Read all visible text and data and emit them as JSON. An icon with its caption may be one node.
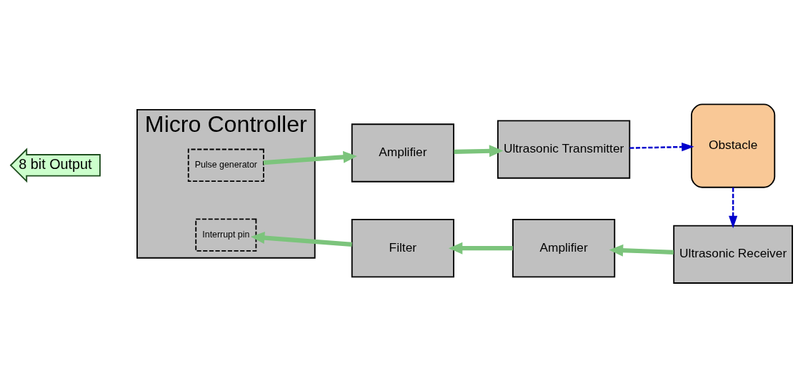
{
  "diagram": {
    "nodes": [
      {
        "text": [
          "8 bit Output"
        ]
      },
      {
        "text": [
          "Micro Controller"
        ]
      },
      {
        "text": [
          "Pulse generator"
        ],
        "in": 1
      },
      {
        "text": [
          "Interrupt pin"
        ],
        "in": 1
      },
      {
        "text": [
          "Amplifier"
        ]
      },
      {
        "text": [
          "Ultrasonic Transmitter"
        ]
      },
      {
        "text": [
          "Obstacle"
        ]
      },
      {
        "text": [
          "Filter"
        ]
      },
      {
        "text": [
          "Amplifier"
        ]
      },
      {
        "text": [
          "Ultrasonic Receiver"
        ]
      }
    ],
    "edges": [
      {
        "from": 2,
        "to": 4,
        "arrow": "to",
        "color": "#7cc47c"
      },
      {
        "from": 4,
        "to": 5,
        "arrow": "to",
        "color": "#7cc47c"
      },
      {
        "from": 5,
        "to": 6,
        "arrow": "to",
        "style": "dashed",
        "color": "#0000cc"
      },
      {
        "from": 6,
        "to": 9,
        "arrow": "to",
        "style": "dashed",
        "color": "#0000cc"
      },
      {
        "from": 9,
        "to": 8,
        "arrow": "to",
        "color": "#7cc47c"
      },
      {
        "from": 8,
        "to": 7,
        "arrow": "to",
        "color": "#7cc47c"
      },
      {
        "from": 7,
        "to": 3,
        "arrow": "to",
        "color": "#7cc47c"
      }
    ]
  }
}
